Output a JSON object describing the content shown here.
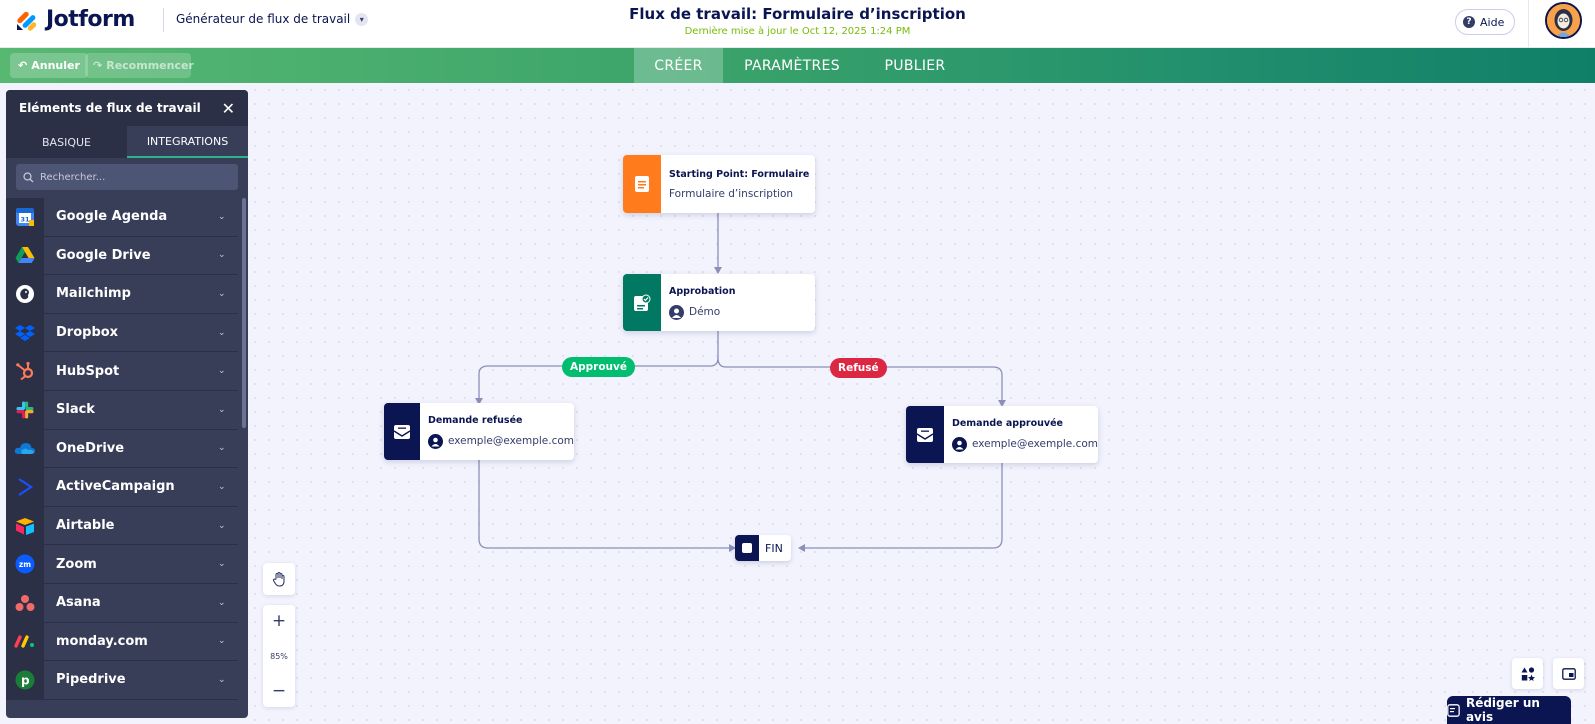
{
  "header": {
    "logo_text": "Jotform",
    "builder_label": "Générateur de flux de travail",
    "title": "Flux de travail: Formulaire d’inscription",
    "subtitle": "Dernière mise à jour le Oct 12, 2025 1:24 PM",
    "help_label": "Aide"
  },
  "toolbar": {
    "undo_label": "Annuler",
    "redo_label": "Recommencer",
    "tabs": [
      {
        "label": "CRÉER",
        "active": true
      },
      {
        "label": "PARAMÈTRES",
        "active": false
      },
      {
        "label": "PUBLIER",
        "active": false
      }
    ]
  },
  "panel": {
    "title": "Eléments de flux de travail",
    "tabs": [
      {
        "label": "BASIQUE",
        "active": false
      },
      {
        "label": "INTEGRATIONS",
        "active": true
      }
    ],
    "search_placeholder": "Rechercher...",
    "integrations": [
      {
        "label": "Google Agenda",
        "icon": "google-calendar-icon"
      },
      {
        "label": "Google Drive",
        "icon": "google-drive-icon"
      },
      {
        "label": "Mailchimp",
        "icon": "mailchimp-icon"
      },
      {
        "label": "Dropbox",
        "icon": "dropbox-icon"
      },
      {
        "label": "HubSpot",
        "icon": "hubspot-icon"
      },
      {
        "label": "Slack",
        "icon": "slack-icon"
      },
      {
        "label": "OneDrive",
        "icon": "onedrive-icon"
      },
      {
        "label": "ActiveCampaign",
        "icon": "activecampaign-icon"
      },
      {
        "label": "Airtable",
        "icon": "airtable-icon"
      },
      {
        "label": "Zoom",
        "icon": "zoom-icon"
      },
      {
        "label": "Asana",
        "icon": "asana-icon"
      },
      {
        "label": "monday.com",
        "icon": "monday-icon"
      },
      {
        "label": "Pipedrive",
        "icon": "pipedrive-icon"
      }
    ]
  },
  "workflow": {
    "start": {
      "title": "Starting Point: Formulaire",
      "subtitle": "Formulaire d’inscription",
      "color": "#ff7b1c"
    },
    "approval": {
      "title": "Approbation",
      "assignee": "Démo",
      "color": "#007862"
    },
    "rejected": {
      "title": "Demande refusée",
      "email": "exemple@exemple.com",
      "color": "#0a1551"
    },
    "approved": {
      "title": "Demande approuvée",
      "email": "exemple@exemple.com",
      "color": "#0a1551"
    },
    "label_approved": "Approuvé",
    "label_rejected": "Refusé",
    "end_label": "FIN",
    "colors": {
      "approved": "#01bd6f",
      "rejected": "#dc2743",
      "edge": "#8b90b8"
    }
  },
  "canvas_controls": {
    "zoom_level": "85%",
    "zoom_in": "+",
    "zoom_out": "−"
  },
  "review_label": "Rédiger un avis"
}
